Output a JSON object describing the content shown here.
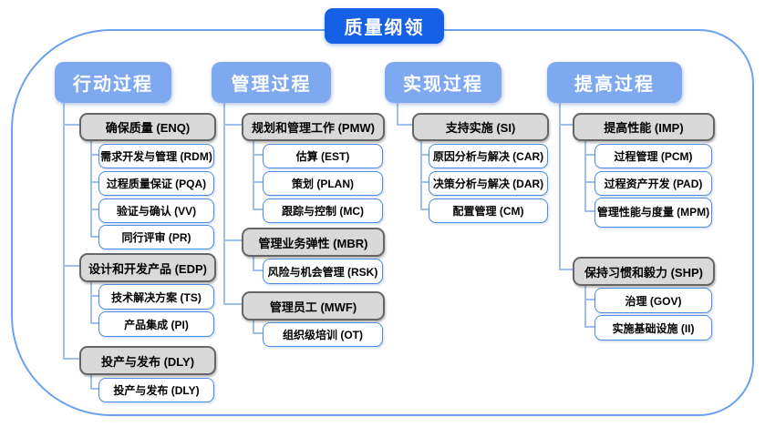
{
  "title": "质量纲领",
  "colors": {
    "title_bg": "#1560e4",
    "header_bg": "#7ea9f0",
    "gray_fill": "#d9d9d9",
    "gray_border": "#666666",
    "child_border": "#4a8ce8",
    "connector": "#9fc0ee",
    "frame_border": "#6aa2f0"
  },
  "columns": [
    {
      "header": "行动过程",
      "groups": [
        {
          "parent": "确保质量 (ENQ)",
          "children": [
            "需求开发与管理 (RDM)",
            "过程质量保证 (PQA)",
            "验证与确认 (VV)",
            "同行评审 (PR)"
          ]
        },
        {
          "parent": "设计和开发产品 (EDP)",
          "children": [
            "技术解决方案 (TS)",
            "产品集成 (PI)"
          ]
        },
        {
          "parent": "投产与发布 (DLY)",
          "children": [
            "投产与发布 (DLY)"
          ]
        }
      ]
    },
    {
      "header": "管理过程",
      "groups": [
        {
          "parent": "规划和管理工作 (PMW)",
          "children": [
            "估算 (EST)",
            "策划 (PLAN)",
            "跟踪与控制 (MC)"
          ]
        },
        {
          "parent": "管理业务弹性 (MBR)",
          "children": [
            "风险与机会管理 (RSK)"
          ]
        },
        {
          "parent": "管理员工 (MWF)",
          "children": [
            "组织级培训 (OT)"
          ]
        }
      ]
    },
    {
      "header": "实现过程",
      "groups": [
        {
          "parent": "支持实施 (SI)",
          "children": [
            "原因分析与解决 (CAR)",
            "决策分析与解决 (DAR)",
            "配置管理 (CM)"
          ]
        }
      ]
    },
    {
      "header": "提高过程",
      "groups": [
        {
          "parent": "提高性能 (IMP)",
          "children": [
            "过程管理 (PCM)",
            "过程资产开发 (PAD)",
            "管理性能与度量 (MPM)"
          ]
        },
        {
          "parent": "保持习惯和毅力 (SHP)",
          "children": [
            "治理 (GOV)",
            "实施基础设施 (II)"
          ]
        }
      ]
    }
  ]
}
